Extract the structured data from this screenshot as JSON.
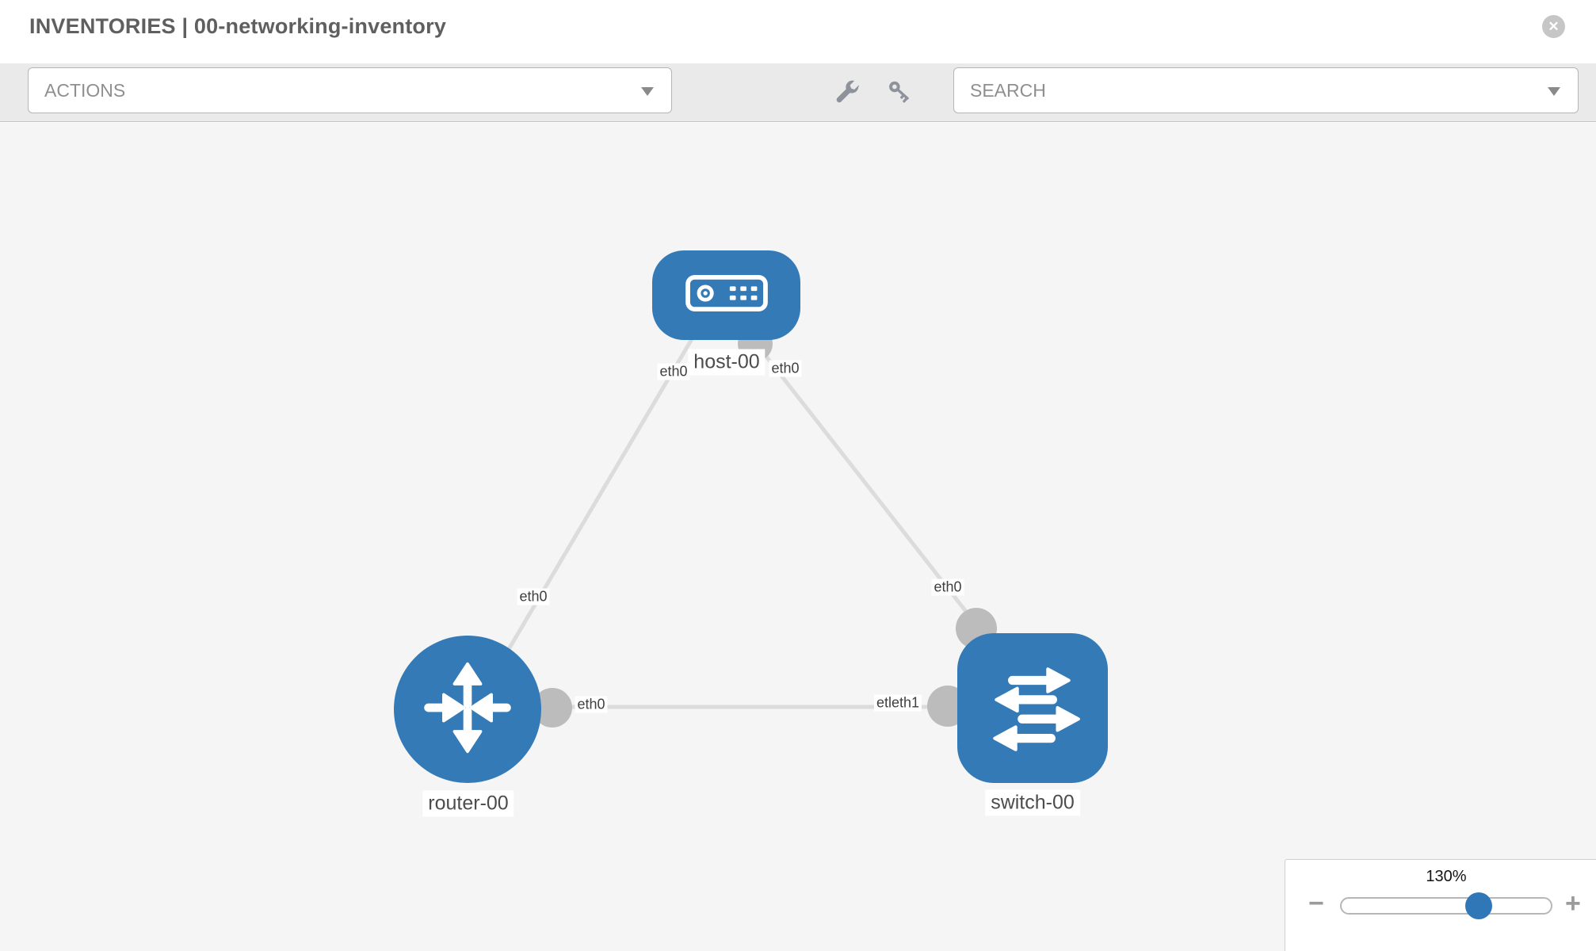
{
  "header": {
    "title": "INVENTORIES | 00-networking-inventory",
    "close_icon_glyph": "✕"
  },
  "toolbar": {
    "actions_label": "ACTIONS",
    "search_label": "SEARCH",
    "icons": [
      "wrench-icon",
      "key-icon",
      "caret-down-icon"
    ]
  },
  "colors": {
    "node_blue": "#337ab7",
    "port_gray": "#bcbcbc",
    "edge_gray": "#dcdcdc",
    "canvas_bg": "#f5f5f5",
    "toolbar_bg": "#eaeaea",
    "slider_knob_blue": "#2f77b6"
  },
  "diagram": {
    "nodes": [
      {
        "id": "host-00",
        "type": "host",
        "label": "host-00",
        "icon": "server-icon"
      },
      {
        "id": "router-00",
        "type": "router",
        "label": "router-00",
        "icon": "router-arrows-icon"
      },
      {
        "id": "switch-00",
        "type": "switch",
        "label": "switch-00",
        "icon": "switch-arrows-icon"
      }
    ],
    "edges": [
      {
        "from": "host-00",
        "to": "router-00",
        "label_from_end": "eth0",
        "label_to_end": "eth0"
      },
      {
        "from": "host-00",
        "to": "switch-00",
        "label_from_end": "eth0",
        "label_to_end": "eth0"
      },
      {
        "from": "router-00",
        "to": "switch-00",
        "label_from_end": "eth0",
        "label_to_end": "etleth1"
      }
    ]
  },
  "zoom_control": {
    "value": "130%",
    "minus_label": "−",
    "plus_label": "+"
  }
}
